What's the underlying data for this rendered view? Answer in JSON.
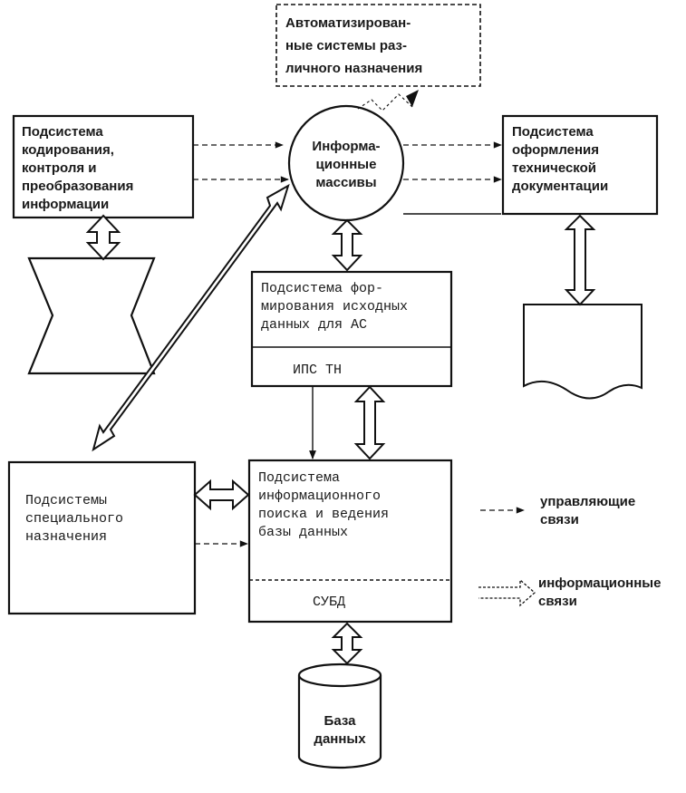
{
  "nodes": {
    "auto_systems": [
      "Автоматизирован-",
      "ные системы раз-",
      "личного назначения"
    ],
    "coding": [
      "Подсистема",
      "кодирования,",
      "контроля и",
      "преобразования",
      "информации"
    ],
    "info_arrays": [
      "Информа-",
      "ционные",
      "массивы"
    ],
    "tech_docs": [
      "Подсистема",
      "оформления",
      "технической",
      "документации"
    ],
    "source_data": [
      "Подсистема фор-",
      "мирования исходных",
      "данных для АС"
    ],
    "ips_tn": "ИПС ТН",
    "special": [
      "Подсистемы",
      "специального",
      "назначения"
    ],
    "search": [
      "Подсистема",
      "информационного",
      "поиска и ведения",
      "базы данных"
    ],
    "dbms": "СУБД",
    "database": [
      "База",
      "данных"
    ]
  },
  "legend": {
    "control": [
      "управляющие",
      "связи"
    ],
    "info": [
      "информационные",
      "связи"
    ]
  }
}
